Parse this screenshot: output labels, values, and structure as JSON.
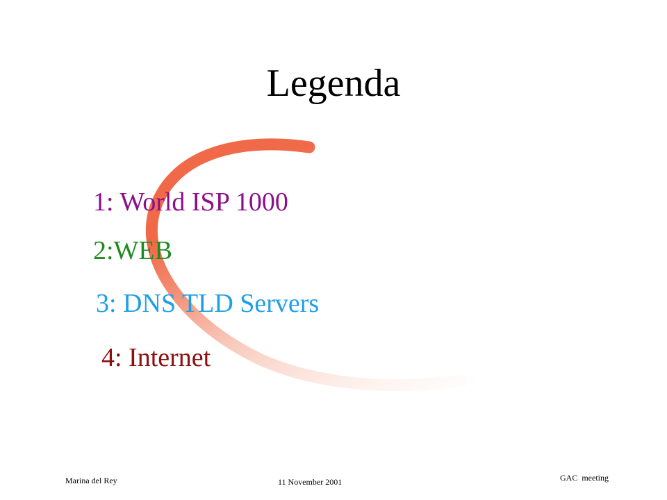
{
  "slide": {
    "title": "Legenda",
    "legend_items": [
      {
        "label": "1: World ISP 1000",
        "color": "#8b0f8b"
      },
      {
        "label": "2:WEB",
        "color": "#1e8c1e"
      },
      {
        "label": "3: DNS TLD Servers",
        "color": "#1ea0e6"
      },
      {
        "label": "4: Internet",
        "color": "#8b1010"
      }
    ],
    "footer": {
      "left": "Marina del Rey",
      "center": "11 November 2001",
      "right": "GAC  meeting"
    },
    "decoration": {
      "swoosh_color": "#f06a4a"
    }
  }
}
